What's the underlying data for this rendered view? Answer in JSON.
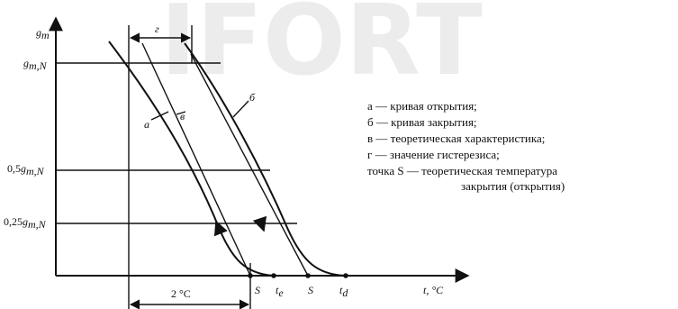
{
  "watermark": "IFORT",
  "axes": {
    "y_label_main": "g",
    "y_label_sub": "m",
    "x_label": "t, °C",
    "y_ticks": {
      "full": {
        "prefix": "",
        "g": "g",
        "sub": "m,N"
      },
      "half": {
        "prefix": "0,5",
        "g": "g",
        "sub": "m,N"
      },
      "quarter": {
        "prefix": "0,25",
        "g": "g",
        "sub": "m,N"
      }
    },
    "x_ticks": {
      "s1": "S",
      "te_main": "t",
      "te_sub": "e",
      "s2": "S",
      "td_main": "t",
      "td_sub": "d"
    }
  },
  "curve_labels": {
    "a": "a",
    "v": "в",
    "b": "б"
  },
  "dimensions": {
    "hysteresis": "г",
    "span": "2 °C"
  },
  "legend": [
    "а — кривая открытия;",
    "б — кривая закрытия;",
    "в — теоретическая характеристика;",
    "г — значение гистерезиса;",
    "точка S — теоретическая температура",
    "закрытия (открытия)"
  ]
}
